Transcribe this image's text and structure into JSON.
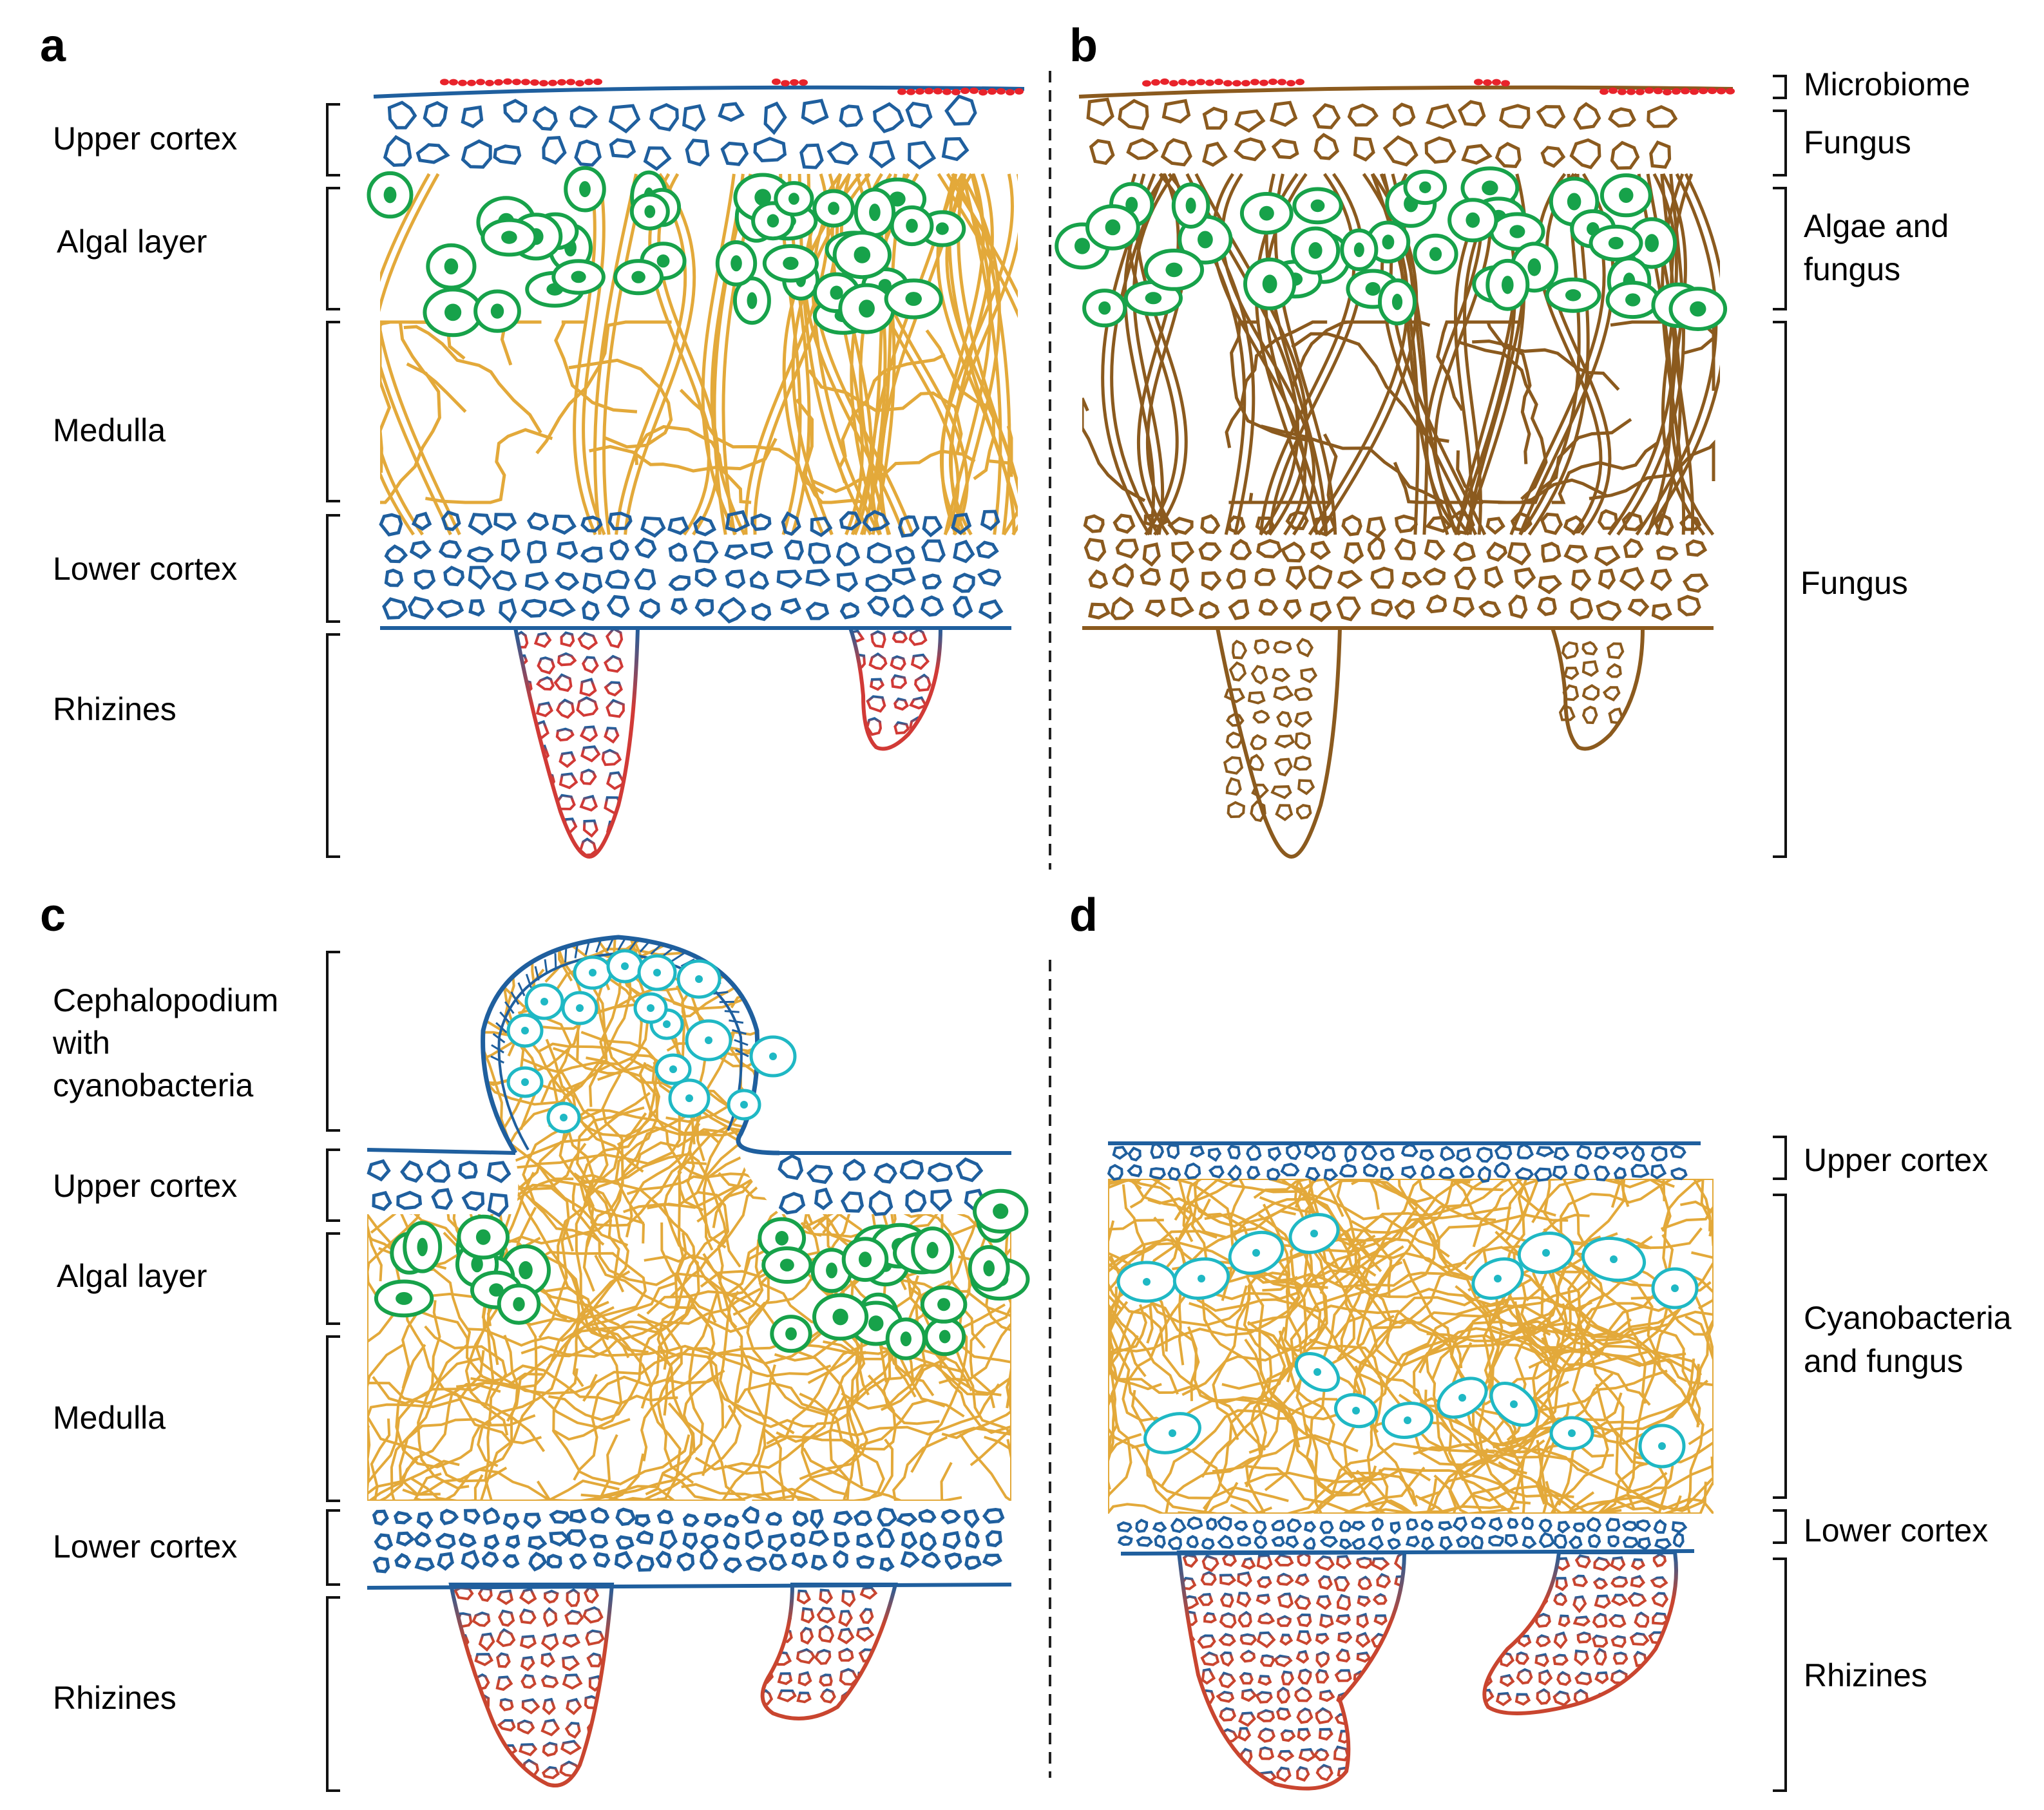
{
  "panels": {
    "a": {
      "letter": "a",
      "labels": [
        "Upper cortex",
        "Algal layer",
        "Medulla",
        "Lower cortex",
        "Rhizines"
      ]
    },
    "b": {
      "letter": "b",
      "labels": [
        "Microbiome",
        "Fungus",
        "Algae and",
        "fungus",
        "Fungus"
      ]
    },
    "c": {
      "letter": "c",
      "labels": [
        "Cephalopodium",
        "with",
        "cyanobacteria",
        "Upper cortex",
        "Algal layer",
        "Medulla",
        "Lower cortex",
        "Rhizines"
      ]
    },
    "d": {
      "letter": "d",
      "labels": [
        "Upper cortex",
        "Cyanobacteria",
        "and fungus",
        "Lower cortex",
        "Rhizines"
      ]
    }
  },
  "colors": {
    "cortex": "#1f5f9e",
    "medulla": "#e3a93a",
    "alga": "#17a24a",
    "fungus": "#8b5a1e",
    "rhizine": "#d13a36",
    "cyano": "#1fb8c4",
    "microbiome": "#e8232b"
  }
}
